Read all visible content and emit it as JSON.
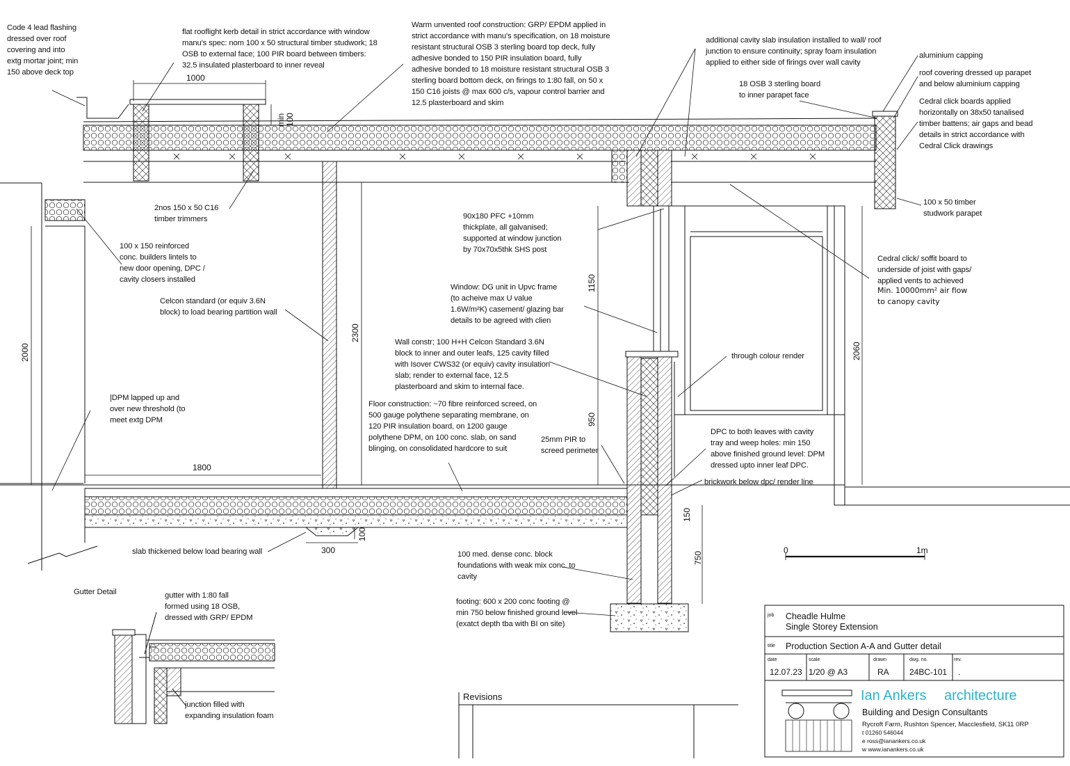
{
  "annotations": {
    "lead_flashing": "Code 4 lead flashing\ndressed over roof\ncovering and into\nextg mortar joint; min\n150 above deck top",
    "rooflight_kerb": "flat rooflight kerb detail in strict accordance with window\nmanu's spec: nom 100 x 50 structural timber studwork; 18\nOSB to external face; 100 PIR board between timbers:\n32.5 insulated plasterboard to inner reveal",
    "warm_roof": "Warm unvented roof construction: GRP/ EPDM applied in\nstrict accordance with manu's specification, on 18 moisture\nresistant structural OSB 3 sterling board top deck, fully\nadhesive bonded to 150 PIR insulation board, fully\nadhesive bonded to 18 moisture resistant structural OSB 3\nsterling board bottom deck, on firings to 1:80 fall, on 50 x\n150 C16 joists @ max 600 c/s, vapour control barrier and\n12.5 plasterboard and skim",
    "cavity_slab": "additional cavity slab insulation installed to wall/ roof\njunction to ensure continuity; spray foam insulation\napplied to either side of firings over wall cavity",
    "osb_parapet": "18 OSB 3 sterling board\nto inner parapet face",
    "aluminium_capping": "aluminium capping",
    "roof_covering_parapet": "roof covering dressed up parapet\nand below aluminium capping",
    "cedral_click": "Cedral click boards applied\nhorizontally on 38x50 tanalised\ntimber battens; air gaps and bead\ndetails in strict accordance with\nCedral Click drawings",
    "studwork_parapet": "100 x 50 timber\nstudwork parapet",
    "trimmers": "2nos 150 x 50 C16\ntimber trimmers",
    "lintels": "100 x 150 reinforced\nconc. builders lintels to\nnew door opening, DPC /\ncavity closers installed",
    "pfc": "90x180 PFC +10mm\nthickplate, all galvanised;\nsupported at window junction\nby 70x70x5thk SHS post",
    "soffit": "Cedral click/ soffit board to\nunderside of joist with gaps/\napplied vents to achieved",
    "airflow": "Min. 10000mm² air flow\nto canopy cavity",
    "celcon_partition": "Celcon standard (or equiv 3.6N\nblock) to load bearing partition wall",
    "window": "Window: DG unit in Upvc frame\n(to acheive max U value\n1.6W/m²K) casement/ glazing bar\ndetails to be agreed with clien",
    "wall_constr": "Wall constr; 100 H+H Celcon Standard 3.6N\nblock to inner and outer leafs, 125 cavity filled\nwith Isover CWS32 (or equiv) cavity insulation\nslab; render to external face, 12.5\nplasterboard and skim to internal face.",
    "through_colour": "through colour render",
    "dpm_lapped": "|DPM lapped up and\nover new threshold (to\nmeet extg DPM",
    "floor_constr": "Floor construction: ~70 fibre reinforced screed, on\n500 gauge polythene separating membrane, on\n120 PIR insulation board, on 1200 gauge\npolythene DPM, on 100 conc. slab, on sand\nblinging, on consolidated hardcore to suit",
    "pir_perimeter": "25mm PIR to\nscreed perimeter",
    "dpc": "DPC to both leaves with cavity\ntray and weep holes: min 150\nabove finished ground level: DPM\ndressed upto inner leaf DPC.",
    "brickwork": "brickwork below dpc/ render line",
    "slab_thickened": "slab thickened below load bearing wall",
    "block_foundations": "100 med. dense conc. block\nfoundations with weak mix conc. to\ncavity",
    "footing": "footing: 600 x 200 conc footing @\nmin 750 below finished ground level\n(exatct depth tba with BI on site)",
    "gutter_title": "Gutter Detail",
    "gutter_fall": "gutter with 1:80 fall\nformed using 18 OSB,\ndressed with GRP/ EPDM",
    "junction_foam": "junction filled with\nexpanding insulation foam"
  },
  "dimensions": {
    "rooflight_width": "1000",
    "kerb_min": "min\n100",
    "door_height": "2000",
    "ceiling_height": "2300",
    "pfc_depth": "1150",
    "sill_height": "950",
    "canopy_height": "2060",
    "door_width": "1800",
    "thickening_width": "300",
    "thickening_depth": "100",
    "dpc_height": "150",
    "footing_depth": "750",
    "scale_start": "0",
    "scale_end": "1m"
  },
  "title_block": {
    "project_label": "job",
    "project_line1": "Cheadle Hulme",
    "project_line2": "Single Storey Extension",
    "title_label": "title",
    "drawing_title": "Production Section A-A and Gutter detail",
    "date_label": "date",
    "date": "12.07.23",
    "scale_label": "scale",
    "scale": "1/20 @ A3",
    "drawn_label": "drawn",
    "drawn": "RA",
    "dwg_label": "dwg. no.",
    "dwg_no": "24BC-101",
    "rev_label": "rev.",
    "rev": ".",
    "revisions_heading": "Revisions",
    "brand_name": "Ian Ankers",
    "brand_suffix": "architecture",
    "brand_tagline": "Building and Design Consultants",
    "address": "Rycroft Farm, Rushton Spencer, Macclesfield, SK11 0RP",
    "tel": "t  01260 546044",
    "email": "e  ross@ianankers.co.uk",
    "web": "w  www.ianankers.co.uk",
    "brand_color": "#2bb3c9"
  }
}
